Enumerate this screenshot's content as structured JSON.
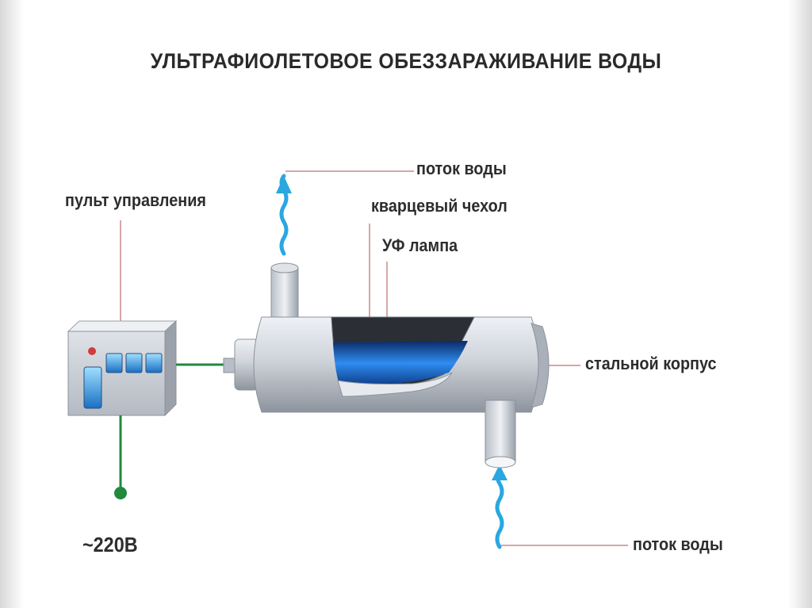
{
  "title": "УЛЬТРАФИОЛЕТОВОЕ ОБЕЗЗАРАЖИВАНИЕ ВОДЫ",
  "labels": {
    "water_flow_out": "поток воды",
    "quartz_sleeve": "кварцевый чехол",
    "uv_lamp": "УФ лампа",
    "control_panel": "пульт управления",
    "steel_body": "стальной корпус",
    "voltage": "~220В",
    "water_flow_in": "поток воды"
  },
  "colors": {
    "wire": "#1f8a3c",
    "water_arrow": "#2aa7e0",
    "lamp": "#1e7fe0",
    "steel": "#c9ced6",
    "leader": "#c04848"
  },
  "icons": [
    "control-panel-icon",
    "uv-reactor-icon",
    "water-arrow-icon",
    "power-plug-icon"
  ]
}
